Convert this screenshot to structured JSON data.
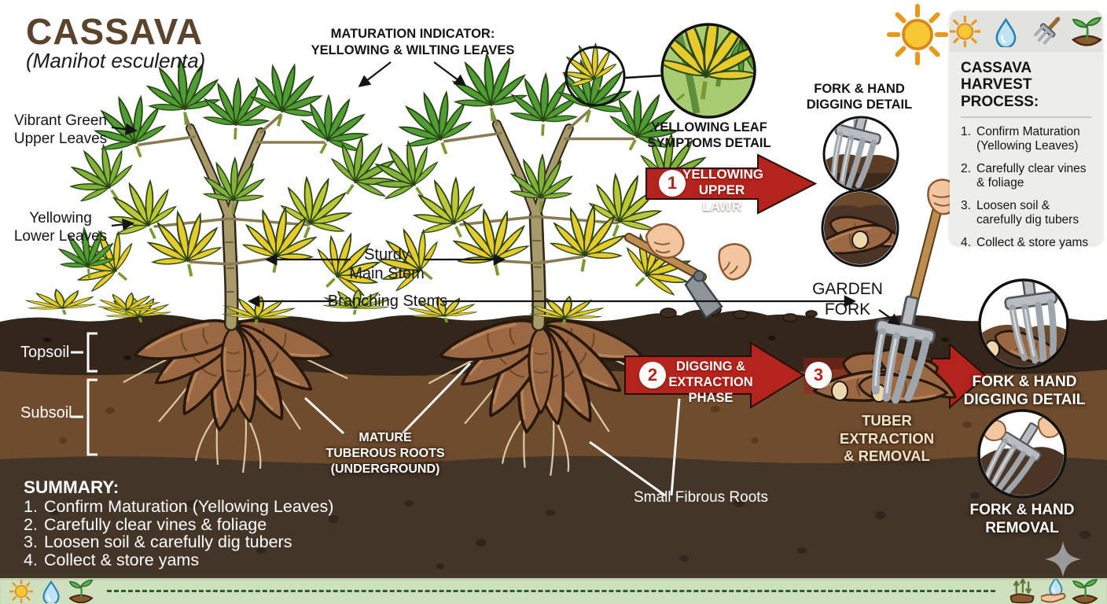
{
  "title": {
    "main": "CASSAVA",
    "latin": "(Manihot esculenta)"
  },
  "plant_labels": {
    "maturation_indicator": "MATURATION INDICATOR:\nYELLOWING & WILTING LEAVES",
    "vibrant_green_upper": "Vibrant Green\nUpper Leaves",
    "yellowing_lower": "Yellowing\nLower Leaves",
    "sturdy_main_stem": "Sturdy\nMain Stem",
    "branching_stems": "Branching Stems",
    "topsoil": "Topsoil",
    "subsoil": "Subsoil",
    "mature_tuberous_roots": "MATURE\nTUBEROUS ROOTS\n(UNDERGROUND)",
    "small_fibrous_roots": "Small Fibrous Roots"
  },
  "callouts": {
    "yellowing_leaf_detail": "YELLOWING LEAF\nSYMPTOMS DETAIL",
    "fork_hand_digging_top": "FORK & HAND\nDIGGING DETAIL",
    "garden_fork": "GARDEN\nFORK",
    "tuber_extraction": "TUBER EXTRACTION\n& REMOVAL",
    "fork_hand_digging_right": "FORK & HAND\nDIGGING DETAIL",
    "fork_hand_removal": "FORK & HAND\nREMOVAL"
  },
  "phases": [
    {
      "number": "1",
      "label": "YELLOWING\nUPPER LAWR"
    },
    {
      "number": "2",
      "label": "DIGGING &\nEXTRACTION PHASE"
    },
    {
      "number": "3",
      "label": ""
    }
  ],
  "harvest_process": {
    "heading": "CASSAVA HARVEST PROCESS:",
    "items": [
      {
        "n": "1.",
        "text": "Confirm Maturation (Yellowing Leaves)"
      },
      {
        "n": "2.",
        "text": "Carefully clear vines & foliage"
      },
      {
        "n": "3.",
        "text": "Loosen soil & carefully dig tubers"
      },
      {
        "n": "4.",
        "text": "Collect & store yams"
      }
    ]
  },
  "summary": {
    "heading": "SUMMARY:",
    "items": [
      {
        "n": "1.",
        "text": "Confirm Maturation (Yellowing Leaves)"
      },
      {
        "n": "2.",
        "text": "Carefully clear vines & foliage"
      },
      {
        "n": "3.",
        "text": "Loosen soil & carefully dig tubers"
      },
      {
        "n": "4.",
        "text": "Collect & store yams"
      }
    ]
  },
  "icons": {
    "sidebar_header": [
      "sun",
      "water-drop",
      "garden-fork",
      "seedling"
    ],
    "floating": [
      "sun"
    ],
    "footer_left": [
      "sun",
      "water-drop",
      "seedling"
    ],
    "footer_right": [
      "soil-aeration",
      "hand-watering",
      "seedling"
    ],
    "decoration": [
      "sparkle"
    ]
  },
  "colors": {
    "title_brown": "#5a442b",
    "accent_red": "#b3241c",
    "topsoil": "#33261b",
    "subsoil": "#6f4c2e",
    "deep_soil": "#443529",
    "footer_green": "#cfe0bf",
    "sidebar_gray": "#ededeb"
  }
}
